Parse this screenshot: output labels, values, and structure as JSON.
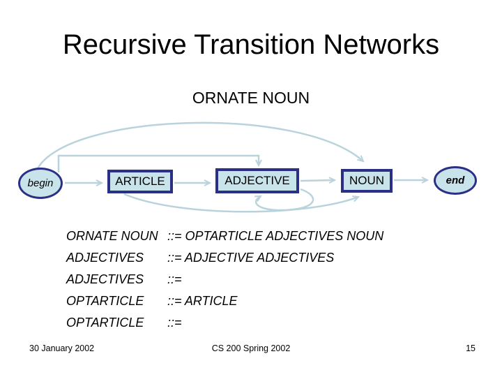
{
  "slide": {
    "title": "Recursive Transition Networks",
    "subtitle": "ORNATE NOUN"
  },
  "diagram": {
    "nodes": [
      {
        "id": "begin",
        "label": "begin",
        "shape": "ellipse"
      },
      {
        "id": "article",
        "label": "ARTICLE",
        "shape": "rect"
      },
      {
        "id": "adjective",
        "label": "ADJECTIVE",
        "shape": "rect"
      },
      {
        "id": "noun",
        "label": "NOUN",
        "shape": "rect"
      },
      {
        "id": "end",
        "label": "end",
        "shape": "ellipse"
      }
    ],
    "edges": [
      {
        "from": "begin",
        "to": "ARTICLE",
        "style": "straight"
      },
      {
        "from": "ARTICLE",
        "to": "ADJECTIVE",
        "style": "straight"
      },
      {
        "from": "ADJECTIVE",
        "to": "NOUN",
        "style": "straight"
      },
      {
        "from": "NOUN",
        "to": "end",
        "style": "straight"
      },
      {
        "from": "begin",
        "to": "NOUN",
        "style": "arc-over-top"
      },
      {
        "from": "begin",
        "to": "ADJECTIVE",
        "style": "square-bracket-top"
      },
      {
        "from": "ARTICLE",
        "to": "NOUN",
        "style": "arc-under-bottom"
      },
      {
        "from": "ADJECTIVE",
        "to": "ADJECTIVE",
        "style": "self-loop-bottom"
      }
    ],
    "colors": {
      "node_fill": "#c9e3ea",
      "node_border": "#2b2f86",
      "edge": "#b9d3dc"
    }
  },
  "rules": [
    {
      "lhs": "ORNATE NOUN",
      "rhs": "::= OPTARTICLE ADJECTIVES NOUN"
    },
    {
      "lhs": "ADJECTIVES",
      "rhs": "::= ADJECTIVE ADJECTIVES"
    },
    {
      "lhs": "ADJECTIVES",
      "rhs": "::="
    },
    {
      "lhs": "OPTARTICLE",
      "rhs": "::= ARTICLE"
    },
    {
      "lhs": "OPTARTICLE",
      "rhs": "::="
    }
  ],
  "footer": {
    "date": "30 January 2002",
    "course": "CS 200 Spring 2002",
    "page": "15"
  }
}
